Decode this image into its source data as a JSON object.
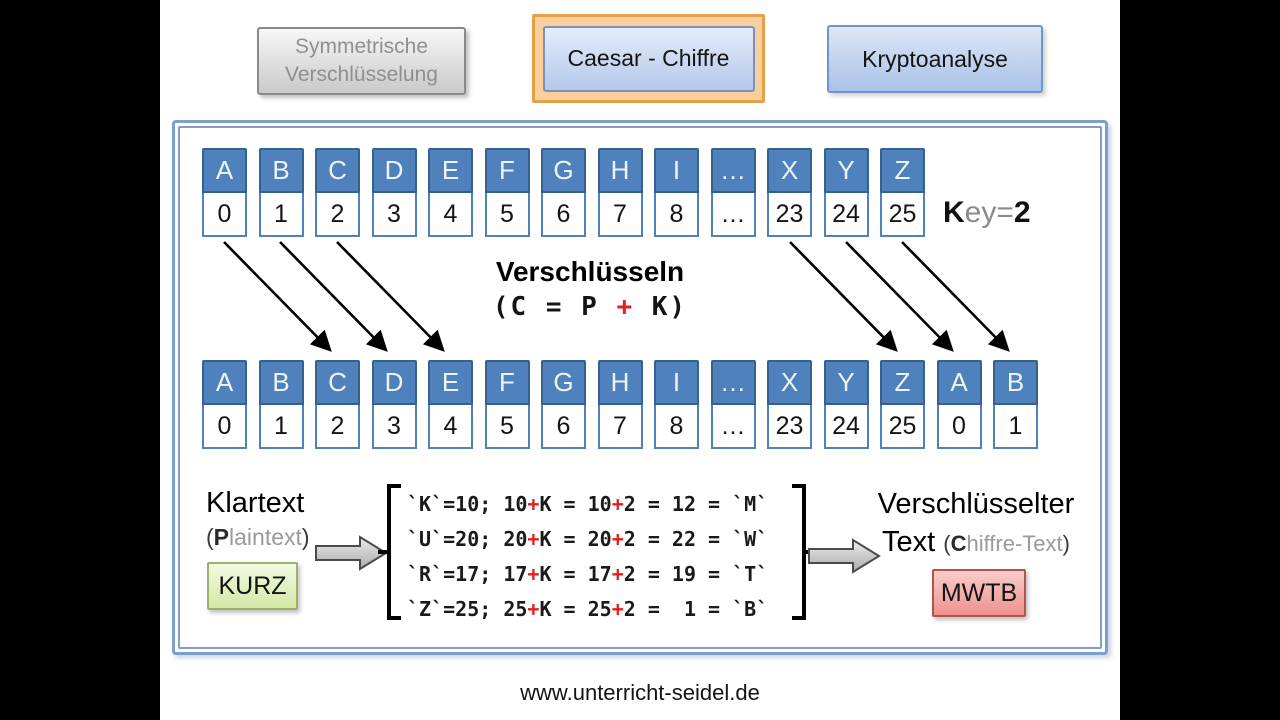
{
  "nav": {
    "buttons": [
      {
        "label_line1": "Symmetrische",
        "label_line2": "Verschlüsselung",
        "state": "dimmed"
      },
      {
        "label": "Caesar - Chiffre",
        "state": "active"
      },
      {
        "label": "Kryptoanalyse",
        "state": "default"
      }
    ]
  },
  "key": {
    "bold_prefix": "K",
    "gray_middle": "ey",
    "gray_equals": "=",
    "bold_value": "2"
  },
  "encrypt": {
    "title": "Verschlüsseln",
    "formula": "(C = P + K)"
  },
  "alphabet_top": {
    "letters": [
      "A",
      "B",
      "C",
      "D",
      "E",
      "F",
      "G",
      "H",
      "I",
      "…",
      "X",
      "Y",
      "Z"
    ],
    "numbers": [
      "0",
      "1",
      "2",
      "3",
      "4",
      "5",
      "6",
      "7",
      "8",
      "…",
      "23",
      "24",
      "25"
    ]
  },
  "alphabet_bottom": {
    "letters": [
      "A",
      "B",
      "C",
      "D",
      "E",
      "F",
      "G",
      "H",
      "I",
      "…",
      "X",
      "Y",
      "Z",
      "A",
      "B"
    ],
    "numbers": [
      "0",
      "1",
      "2",
      "3",
      "4",
      "5",
      "6",
      "7",
      "8",
      "…",
      "23",
      "24",
      "25",
      "0",
      "1"
    ]
  },
  "plaintext": {
    "title": "Klartext",
    "subtitle_paren_open": "(",
    "subtitle_bold": "P",
    "subtitle_gray": "laintext",
    "subtitle_paren_close": ")",
    "word": "KURZ"
  },
  "calculation": {
    "lines": [
      "`K`=10; 10+K = 10+2 = 12 = `M`",
      "`U`=20; 20+K = 20+2 = 22 = `W`",
      "`R`=17; 17+K = 17+2 = 19 = `T`",
      "`Z`=25; 25+K = 25+2 =  1 = `B`"
    ]
  },
  "ciphertext": {
    "title_line1": "Verschlüsselter",
    "title_line2": "Text",
    "subtitle_paren_open": "(",
    "subtitle_bold": "C",
    "subtitle_gray": "hiffre-Text",
    "subtitle_paren_close": ")",
    "word": "MWTB"
  },
  "footer": {
    "url": "www.unterricht-seidel.de"
  },
  "colors": {
    "cell_blue": "#4f81bd",
    "cell_border_blue": "#36618f",
    "frame_blue": "#7e9ecc",
    "active_outline_orange": "#e6a04a",
    "plus_red": "#e02020",
    "plaintext_box_green": "#9cb06c",
    "ciphertext_box_red": "#b05450",
    "pillarbox_black": "#000000"
  }
}
